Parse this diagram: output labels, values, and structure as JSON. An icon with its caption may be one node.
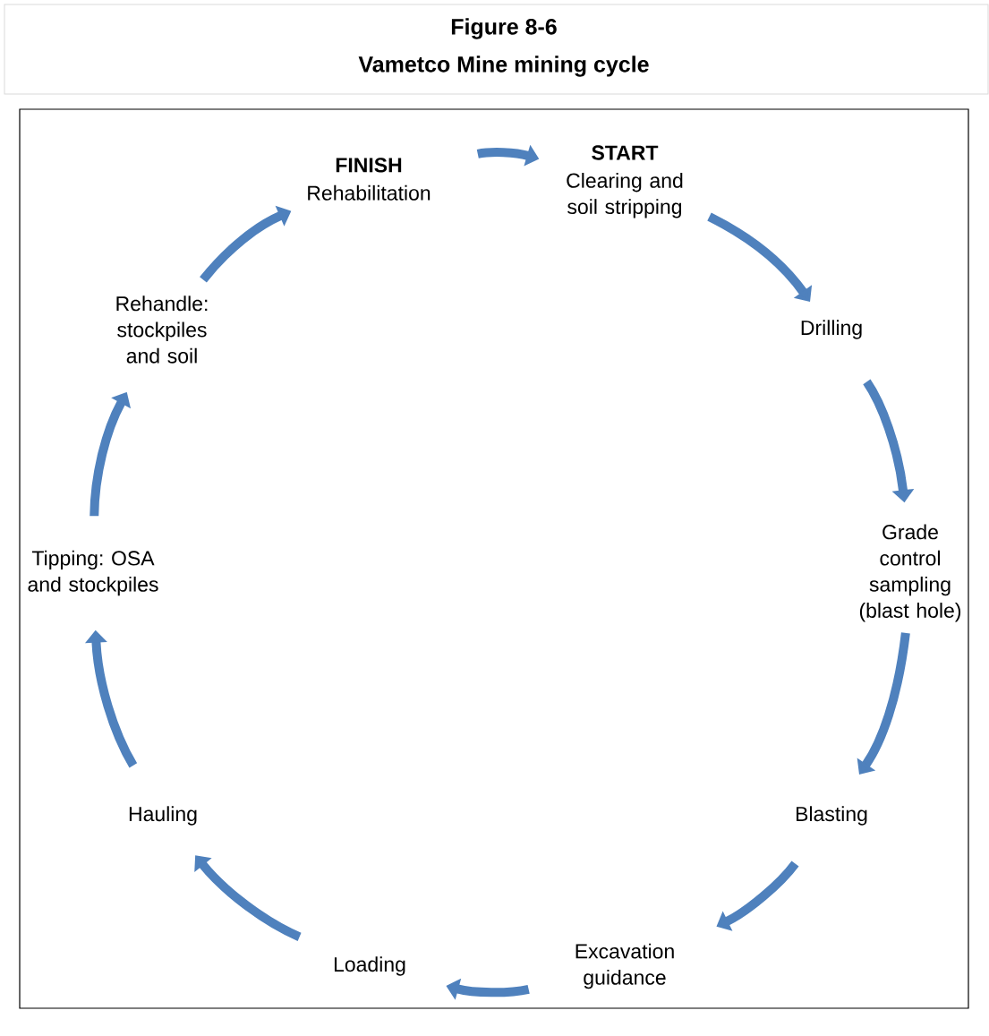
{
  "diagram": {
    "title": "Vametco Mine mining cycle",
    "nodes": [
      {
        "text": [
          "FINISH",
          "Rehabilitation"
        ]
      },
      {
        "text": [
          "START",
          "Clearing and soil stripping"
        ]
      },
      {
        "text": [
          "Drilling"
        ]
      },
      {
        "text": [
          "Grade control sampling (blast hole)"
        ]
      },
      {
        "text": [
          "Blasting"
        ]
      },
      {
        "text": [
          "Excavation guidance"
        ]
      },
      {
        "text": [
          "Loading"
        ]
      },
      {
        "text": [
          "Hauling"
        ]
      },
      {
        "text": [
          "Tipping: OSA and stockpiles"
        ]
      },
      {
        "text": [
          "Rehandle: stockpiles and soil"
        ]
      }
    ],
    "edges": [
      {
        "from": 0,
        "to": 1,
        "arrow": "to"
      },
      {
        "from": 1,
        "to": 2,
        "arrow": "to"
      },
      {
        "from": 2,
        "to": 3,
        "arrow": "to"
      },
      {
        "from": 3,
        "to": 4,
        "arrow": "to"
      },
      {
        "from": 4,
        "to": 5,
        "arrow": "to"
      },
      {
        "from": 5,
        "to": 6,
        "arrow": "to"
      },
      {
        "from": 6,
        "to": 7,
        "arrow": "to"
      },
      {
        "from": 7,
        "to": 8,
        "arrow": "to"
      },
      {
        "from": 8,
        "to": 9,
        "arrow": "to"
      },
      {
        "from": 9,
        "to": 0,
        "arrow": "to"
      }
    ],
    "labels": [
      "Figure 8-6"
    ]
  }
}
